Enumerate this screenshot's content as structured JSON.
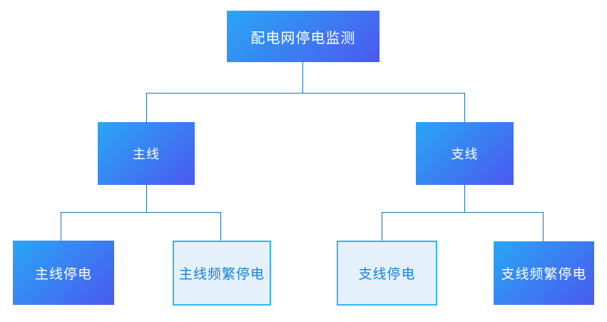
{
  "diagram": {
    "tree": {
      "label": "配电网停电监测",
      "variant": "solid",
      "children": [
        {
          "label": "主线",
          "variant": "solid",
          "children": [
            {
              "label": "主线停电",
              "variant": "solid"
            },
            {
              "label": "主线频繁停电",
              "variant": "outline"
            }
          ]
        },
        {
          "label": "支线",
          "variant": "solid",
          "children": [
            {
              "label": "支线停电",
              "variant": "outline"
            },
            {
              "label": "支线频繁停电",
              "variant": "solid"
            }
          ]
        }
      ]
    },
    "colors": {
      "background": "#FFFFFF",
      "node_gradient_start": "#2AA6F5",
      "node_gradient_end": "#4B59F0",
      "solid_text": "#FFFFFF",
      "outline_border": "#35B3F7",
      "outline_background": "#E4F0FB",
      "outline_text": "#1583D6",
      "connector": "#1B6EC0"
    }
  }
}
